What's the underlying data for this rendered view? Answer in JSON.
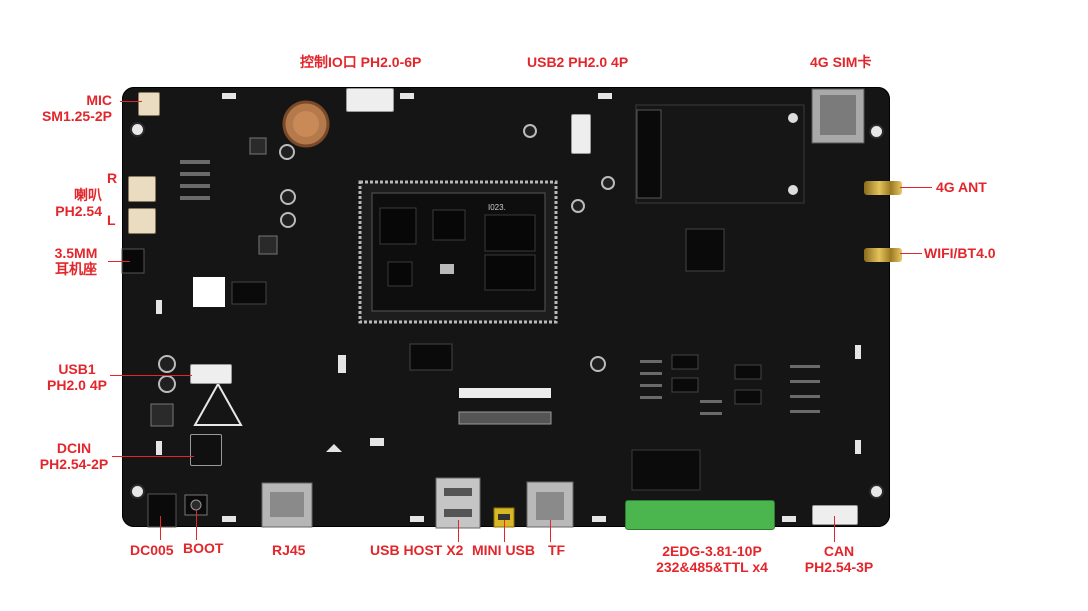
{
  "labels": {
    "ctrl_io": "控制IO口 PH2.0-6P",
    "usb2": "USB2 PH2.0 4P",
    "sim": "4G SIM卡",
    "mic": "MIC\nSM1.25-2P",
    "mic_line1": "MIC",
    "mic_line2": "SM1.25-2P",
    "speaker_r": "R",
    "speaker_l": "L",
    "speaker_line1": "喇叭",
    "speaker_line2": "PH2.54",
    "jack_line1": "3.5MM",
    "jack_line2": "耳机座",
    "usb1_line1": "USB1",
    "usb1_line2": "PH2.0 4P",
    "dcin_line1": "DCIN",
    "dcin_line2": "PH2.54-2P",
    "ant_4g": "4G ANT",
    "wifi_bt": "WIFI/BT4.0",
    "dc005": "DC005",
    "boot": "BOOT",
    "rj45": "RJ45",
    "usb_host": "USB HOST X2",
    "mini_usb": "MINI USB",
    "tf": "TF",
    "edg_line1": "2EDG-3.81-10P",
    "edg_line2": "232&485&TTL x4",
    "can_line1": "CAN",
    "can_line2": "PH2.54-3P"
  },
  "colors": {
    "label": "#e3262b",
    "board": "#151515",
    "terminal": "#4bb54e"
  },
  "silkscreen": {
    "core_module": "I023"
  }
}
